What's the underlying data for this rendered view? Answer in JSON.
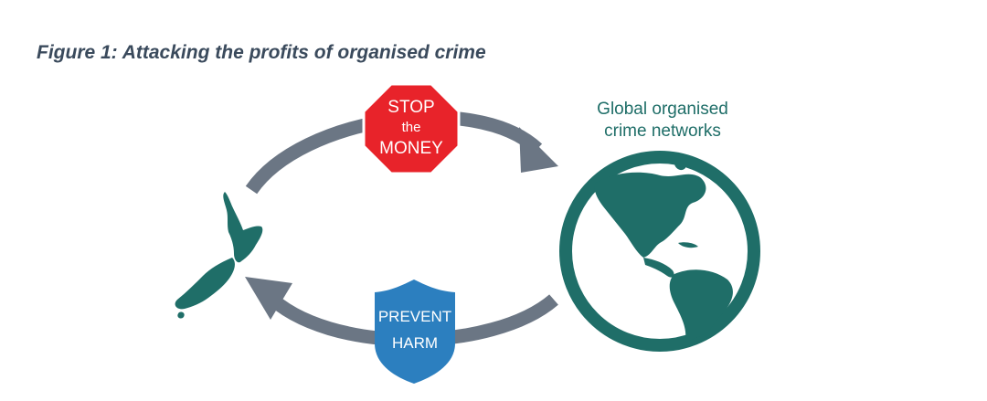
{
  "figure": {
    "title": "Figure 1: Attacking the profits of organised crime"
  },
  "nodes": {
    "global_networks": {
      "label_line1": "Global organised",
      "label_line2": "crime networks",
      "icon": "globe-americas-icon"
    },
    "new_zealand": {
      "icon": "new-zealand-map-icon"
    }
  },
  "signs": {
    "stop": {
      "line1": "STOP",
      "line2": "the",
      "line3": "MONEY",
      "icon": "stop-sign-octagon"
    },
    "prevent": {
      "line1": "PREVENT",
      "line2": "HARM",
      "icon": "shield-badge"
    }
  },
  "colors": {
    "teal": "#1f6e68",
    "arrow": "#6b7684",
    "stop_red": "#e8232a",
    "shield_blue": "#2c7fbf",
    "title": "#3a4a5c"
  }
}
